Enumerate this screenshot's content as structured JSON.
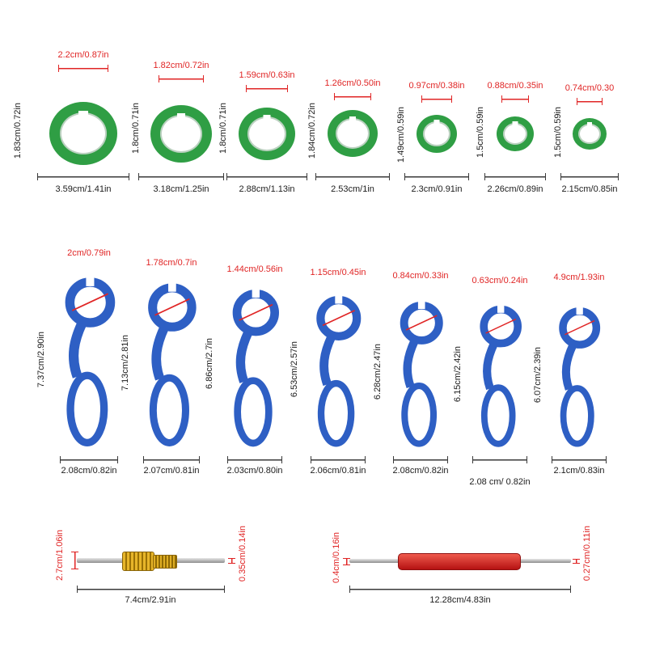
{
  "colors": {
    "red": "#e02525",
    "green": "#2f9e44",
    "blue": "#2e5fc4",
    "text": "#1c1c1c",
    "gold": "#d29a1e",
    "handle_red": "#cc1f1f"
  },
  "clips": {
    "items": [
      {
        "inner": "2.2cm/0.87in",
        "height": "1.83cm/0.72in",
        "width": "3.59cm/1.41in"
      },
      {
        "inner": "1.82cm/0.72in",
        "height": "1.8cm/0.71in",
        "width": "3.18cm/1.25in"
      },
      {
        "inner": "1.59cm/0.63in",
        "height": "1.8cm/0.71in",
        "width": "2.88cm/1.13in"
      },
      {
        "inner": "1.26cm/0.50in",
        "height": "1.84cm/0.72in",
        "width": "2.53cm/1in"
      },
      {
        "inner": "0.97cm/0.38in",
        "height": "1.49cm/0.59in",
        "width": "2.3cm/0.91in"
      },
      {
        "inner": "0.88cm/0.35in",
        "height": "1.5cm/0.59in",
        "width": "2.26cm/0.89in"
      },
      {
        "inner": "0.74cm/0.30",
        "height": "1.5cm/0.59in",
        "width": "2.15cm/0.85in"
      }
    ]
  },
  "tools": {
    "items": [
      {
        "inner": "2cm/0.79in",
        "height": "7.37cm/2.90in",
        "width": "2.08cm/0.82in"
      },
      {
        "inner": "1.78cm/0.7in",
        "height": "7.13cm/2.81in",
        "width": "2.07cm/0.81in"
      },
      {
        "inner": "1.44cm/0.56in",
        "height": "6.86cm/2.7in",
        "width": "2.03cm/0.80in"
      },
      {
        "inner": "1.15cm/0.45in",
        "height": "6.53cm/2.57in",
        "width": "2.06cm/0.81in"
      },
      {
        "inner": "0.84cm/0.33in",
        "height": "6.28cm/2.47in",
        "width": "2.08cm/0.82in"
      },
      {
        "inner": "0.63cm/0.24in",
        "height": "6.15cm/2.42in",
        "width": "2.08 cm/ 0.82in"
      },
      {
        "inner": "4.9cm/1.93in",
        "height": "6.07cm/2.39in",
        "width": "2.1cm/0.83in"
      }
    ]
  },
  "valve_tools": {
    "items": [
      {
        "left_dia": "2.7cm/1.06in",
        "right_dia": "0.35cm/0.14in",
        "length": "7.4cm/2.91in"
      },
      {
        "left_dia": "0.4cm/0.16in",
        "right_dia": "0.27cm/0.11in",
        "length": "12.28cm/4.83in"
      }
    ]
  }
}
